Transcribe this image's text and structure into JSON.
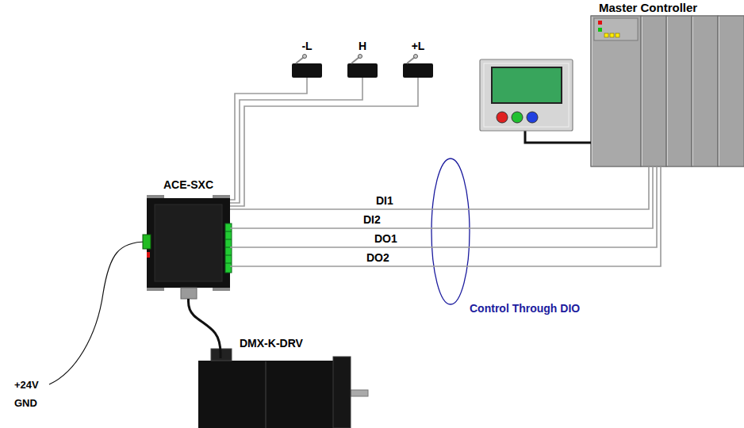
{
  "diagram": {
    "nodes": [
      {
        "text": [
          "Master Controller"
        ]
      },
      {
        "text": [
          "-L"
        ]
      },
      {
        "text": [
          "H"
        ]
      },
      {
        "text": [
          "+L"
        ]
      },
      {
        "text": [
          "ACE-SXC"
        ]
      },
      {
        "text": [
          "DMX-K-DRV"
        ]
      }
    ],
    "edges": [
      {
        "from": 4,
        "to": 1,
        "arrow": "none"
      },
      {
        "from": 4,
        "to": 2,
        "arrow": "none"
      },
      {
        "from": 4,
        "to": 3,
        "arrow": "none"
      },
      {
        "from": 4,
        "to": 0,
        "label": "DI1",
        "arrow": "none"
      },
      {
        "from": 4,
        "to": 0,
        "label": "DI2",
        "arrow": "none"
      },
      {
        "from": 4,
        "to": 0,
        "label": "DO1",
        "arrow": "none"
      },
      {
        "from": 4,
        "to": 0,
        "label": "DO2",
        "arrow": "none"
      },
      {
        "from": 4,
        "to": 5,
        "arrow": "none"
      }
    ],
    "labels": [
      "Control Through DIO",
      "+24V",
      "GND"
    ]
  }
}
